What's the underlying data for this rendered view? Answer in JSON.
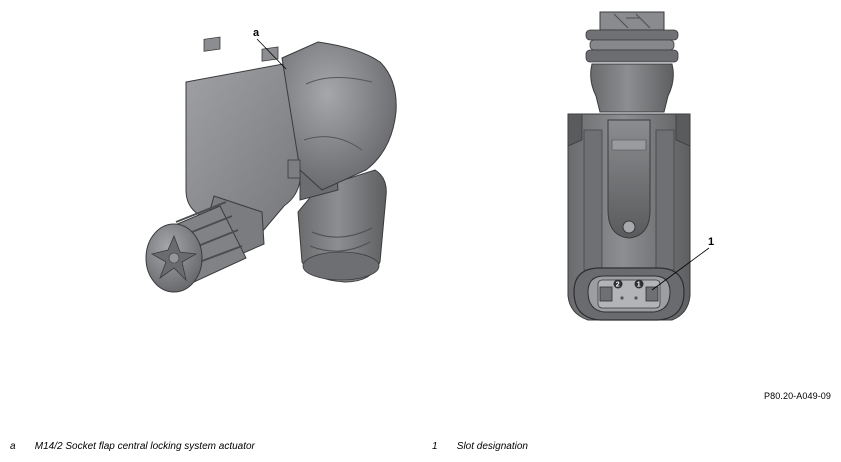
{
  "callouts": {
    "a": "a",
    "one": "1"
  },
  "pins": {
    "pin1": "1",
    "pin2": "2"
  },
  "figure_id": "P80.20-A049-09",
  "legend": [
    {
      "key": "a",
      "text": "M14/2 Socket flap central locking system actuator"
    },
    {
      "key": "1",
      "text": "Slot designation"
    }
  ],
  "colors": {
    "part_dark": "#5b5c5e",
    "part_mid": "#7a7b7d",
    "part_light": "#9c9da0",
    "leader": "#000000"
  }
}
